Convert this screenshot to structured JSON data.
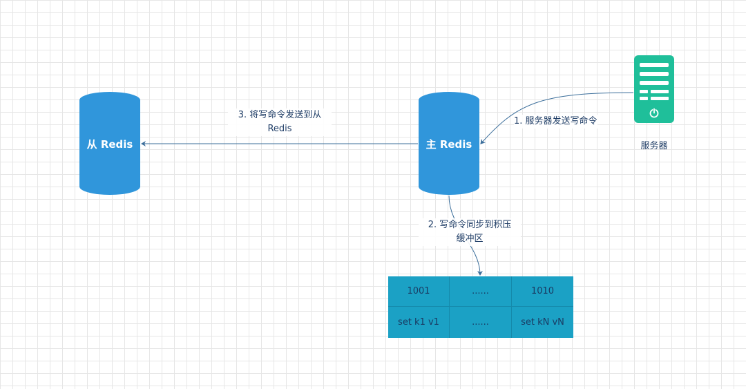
{
  "nodes": {
    "slave": {
      "label": "从 Redis"
    },
    "master": {
      "label": "主 Redis"
    },
    "server": {
      "caption": "服务器",
      "icon": "server-icon"
    }
  },
  "edges": {
    "server_to_master": {
      "label": "1. 服务器发送写命令"
    },
    "master_to_buffer": {
      "line1": "2. 写命令同步到积压",
      "line2": "缓冲区"
    },
    "master_to_slave": {
      "line1": "3. 将写命令发送到从",
      "line2": "Redis"
    }
  },
  "buffer": {
    "rows": [
      [
        "1001",
        "......",
        "1010"
      ],
      [
        "set k1 v1",
        "......",
        "set kN vN"
      ]
    ]
  },
  "colors": {
    "database": "#3096db",
    "server": "#1fbf9a",
    "buffer": "#1ba1c5",
    "edge": "#3a6d9a"
  }
}
